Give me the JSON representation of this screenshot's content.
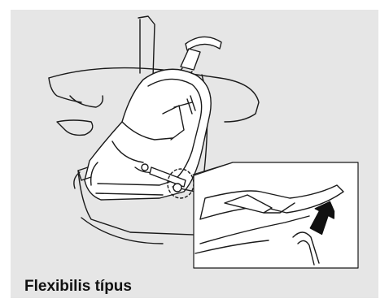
{
  "caption": "Flexibilis típus",
  "illustration": {
    "subject": "child-seat-installation",
    "detail": "flexible-type-lower-anchor-strap"
  },
  "colors": {
    "panel_background": "#e6e6e6",
    "line": "#1a1a1a",
    "fill": "#ffffff",
    "arrow": "#111111"
  }
}
